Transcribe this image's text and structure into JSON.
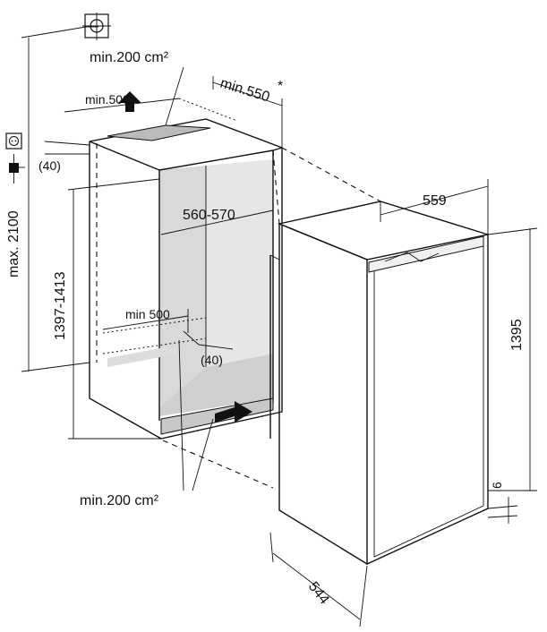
{
  "labels": {
    "top_vent": "min.200 cm²",
    "bottom_vent": "min.200 cm²",
    "top_depth": "min.550",
    "top_depth_mark": "*",
    "top_width": "min.500",
    "niche_depth": "min 500",
    "inner_width": "560-570",
    "gap_top": "(40)",
    "gap_bottom": "(40)",
    "max_height": "max. 2100",
    "niche_height": "1397-1413",
    "appliance_width": "559",
    "appliance_height": "1395",
    "appliance_depth": "544",
    "plinth": "6"
  },
  "icons": [
    "crosshair-icon",
    "socket-icon",
    "plug-icon"
  ]
}
